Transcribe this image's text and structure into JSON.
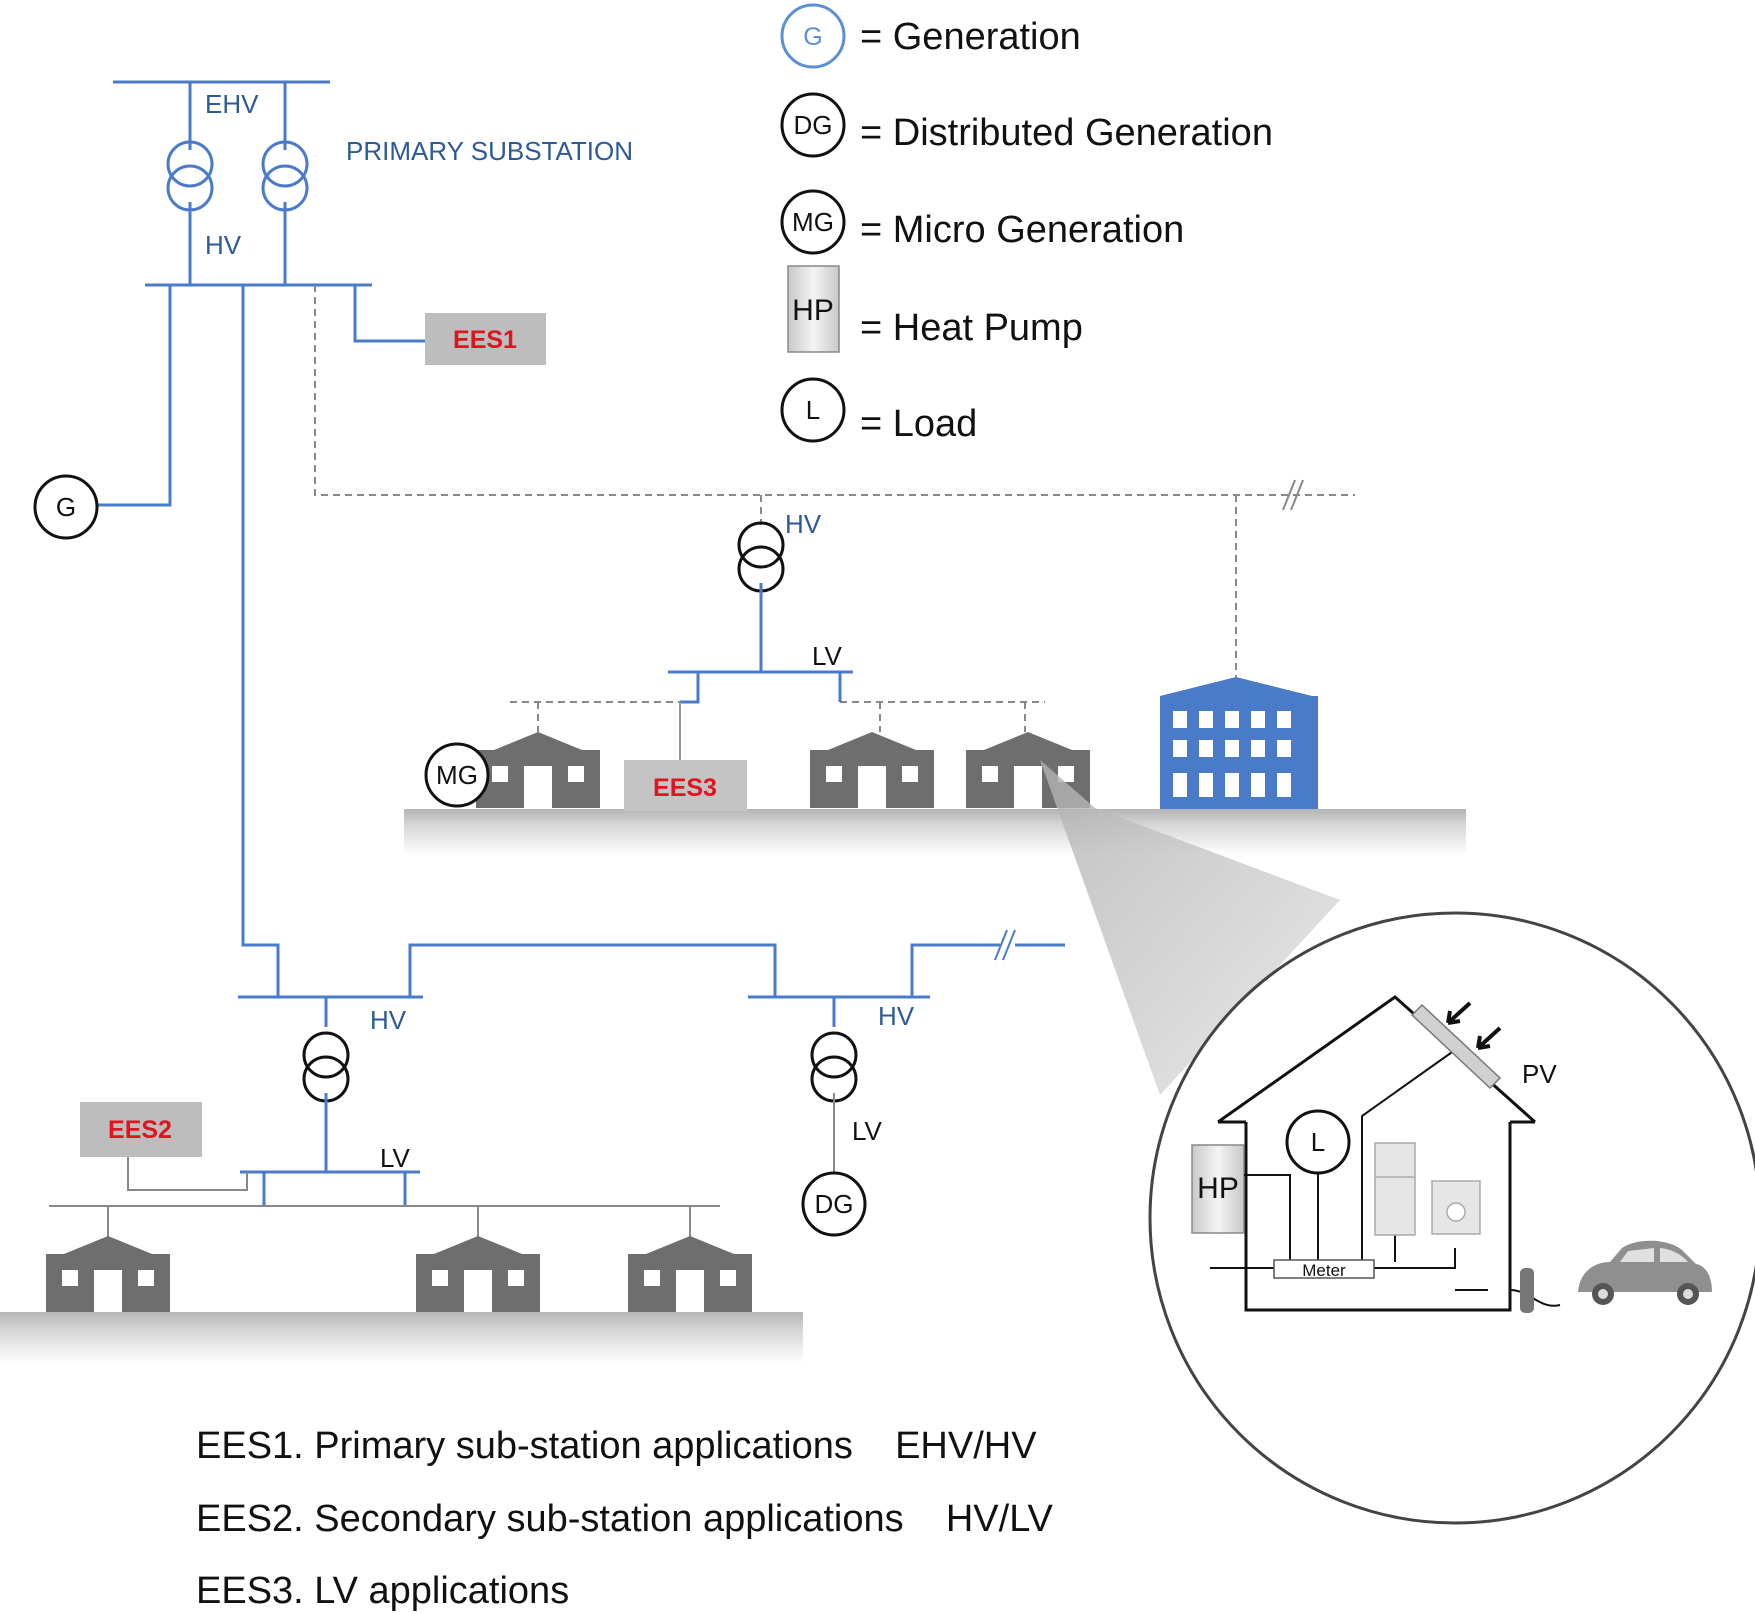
{
  "legend": [
    {
      "symbol": "G",
      "text": "= Generation"
    },
    {
      "symbol": "DG",
      "text": "= Distributed Generation"
    },
    {
      "symbol": "MG",
      "text": "= Micro Generation"
    },
    {
      "symbol": "HP",
      "text": "= Heat Pump"
    },
    {
      "symbol": "L",
      "text": "= Load"
    }
  ],
  "primary": {
    "title": "PRIMARY SUBSTATION",
    "ehv": "EHV",
    "hv": "HV"
  },
  "generator": "G",
  "ees": {
    "ees1": "EES1",
    "ees2": "EES2",
    "ees3": "EES3"
  },
  "upper_feeder": {
    "hv": "HV",
    "lv": "LV",
    "mg": "MG"
  },
  "lower_left": {
    "hv": "HV",
    "lv": "LV"
  },
  "lower_right": {
    "hv": "HV",
    "lv": "LV",
    "dg": "DG"
  },
  "house_detail": {
    "hp": "HP",
    "load": "L",
    "meter": "Meter",
    "pv": "PV"
  },
  "footer": [
    "EES1. Primary sub-station applications    EHV/HV",
    "EES2. Secondary sub-station applications    HV/LV",
    "EES3. LV applications"
  ],
  "colors": {
    "network_line": "#4a7bc8",
    "ees_label": "#e0141e",
    "building": "#4a7bc8",
    "house": "#6e6e6e"
  }
}
